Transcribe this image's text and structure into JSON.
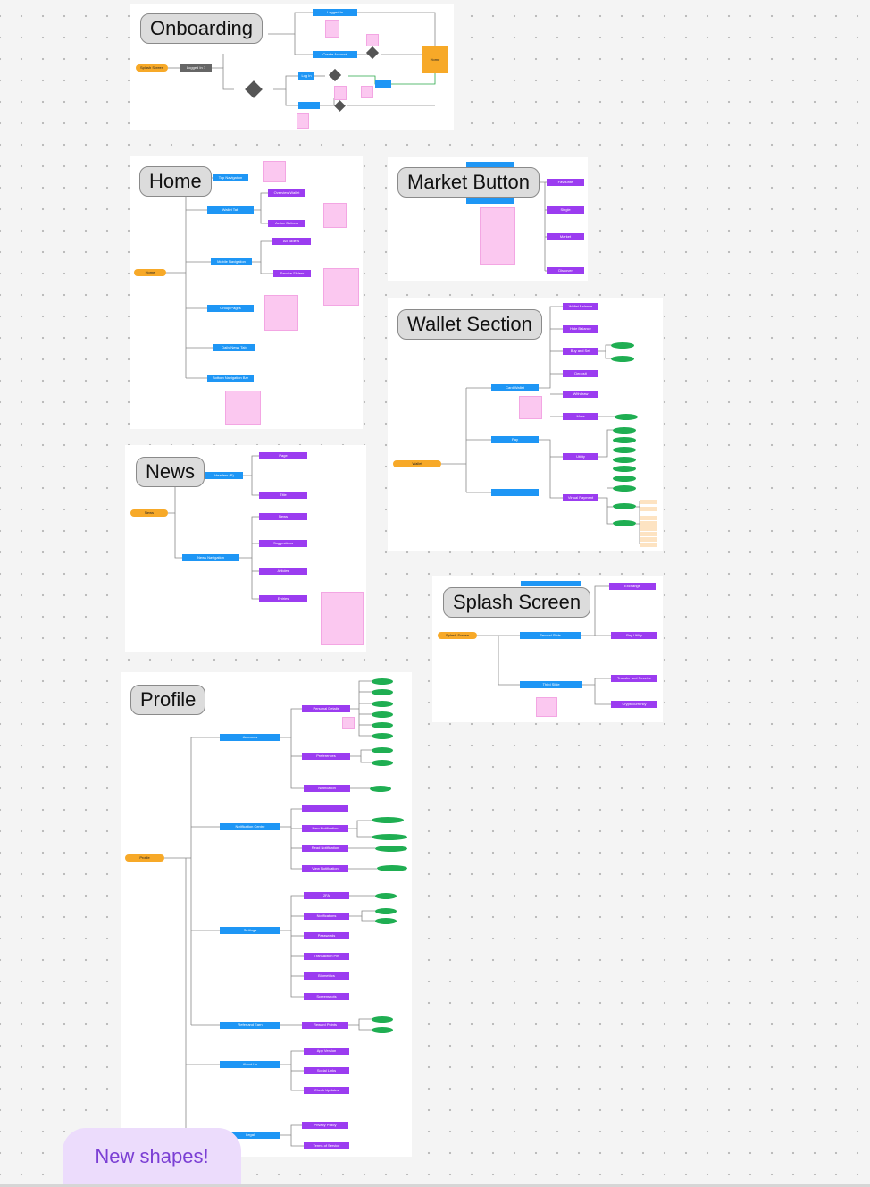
{
  "sections": {
    "onboarding": {
      "title": "Onboarding"
    },
    "home": {
      "title": "Home"
    },
    "market": {
      "title": "Market Button"
    },
    "wallet": {
      "title": "Wallet Section"
    },
    "news": {
      "title": "News"
    },
    "splash": {
      "title": "Splash Screen"
    },
    "profile": {
      "title": "Profile"
    }
  },
  "badge": {
    "label": "New shapes!"
  },
  "nodes": {
    "on_splash": "Splash Screen",
    "on_loggedin_q": "Logged In ?",
    "on_loggedin": "Logged In",
    "on_create": "Create Account",
    "on_login": "Log In",
    "on_home": "Home",
    "home_root": "Home",
    "home_top_nav": "Top Navigation",
    "home_overview": "Overview Wallet",
    "home_wallet_tab": "Wallet Tab",
    "home_action": "Action Buttons",
    "home_ad": "Ad Sliders",
    "home_mobile_nav": "Mobile Navigation",
    "home_service": "Service Sliders",
    "home_group": "Group Pages",
    "home_daily": "Daily News Tab",
    "home_bottom": "Bottom Navigation Bar",
    "mk_favourite": "Favourite",
    "mk_single": "Single",
    "mk_market": "Market",
    "mk_discover": "Discover",
    "w_root": "Wallet",
    "w_balance": "Wallet Balance",
    "w_hide": "Hide Balance",
    "w_buy": "Buy and Sell",
    "w_deposit": "Deposit",
    "w_withdraw": "Withdraw",
    "w_more": "More",
    "w_card": "Card Wallet",
    "w_pay": "Pay",
    "w_utility": "Utility",
    "w_virtual": "Virtual Payment",
    "n_root": "News",
    "n_header": "Headers (P)",
    "n_page": "Page",
    "n_title": "Title",
    "n_news": "News",
    "n_suggest": "Suggestions",
    "n_nav": "News Navigation",
    "n_articles": "Articles",
    "n_entries": "Entries",
    "s_root": "Splash Screen",
    "s_exchange": "Exchange",
    "s_second": "Second Slide",
    "s_pay": "Pay Utility",
    "s_third": "Third Slide",
    "s_transfer": "Transfer and Receive",
    "s_crypto": "Cryptocurrency",
    "p_root": "Profile",
    "p_accounts": "Accounts",
    "p_personal": "Personal Details",
    "p_pref": "Preferences",
    "p_notif": "Notification",
    "p_notif_center": "Notification Centre",
    "p_new_notif": "New Notification",
    "p_read_notif": "Read Notification",
    "p_view_notif": "View Notification",
    "p_settings": "Settings",
    "p_2fa": "2FA",
    "p_notifications": "Notifications",
    "p_passwords": "Passwords",
    "p_pin": "Transaction Pin",
    "p_biometrics": "Biometrics",
    "p_screenshots": "Screenshots",
    "p_refer": "Refer and Earn",
    "p_reward": "Reward Points",
    "p_about": "About Us",
    "p_version": "App Version",
    "p_social": "Social Links",
    "p_updates": "Check Updates",
    "p_legal": "Legal",
    "p_privacy": "Privacy Policy",
    "p_terms": "Terms of Service"
  },
  "colors": {
    "screen": "#1e96f5",
    "feature": "#9b3cf0",
    "root": "#f7a928",
    "option": "#1fae52",
    "note": "#fbc8f0"
  }
}
